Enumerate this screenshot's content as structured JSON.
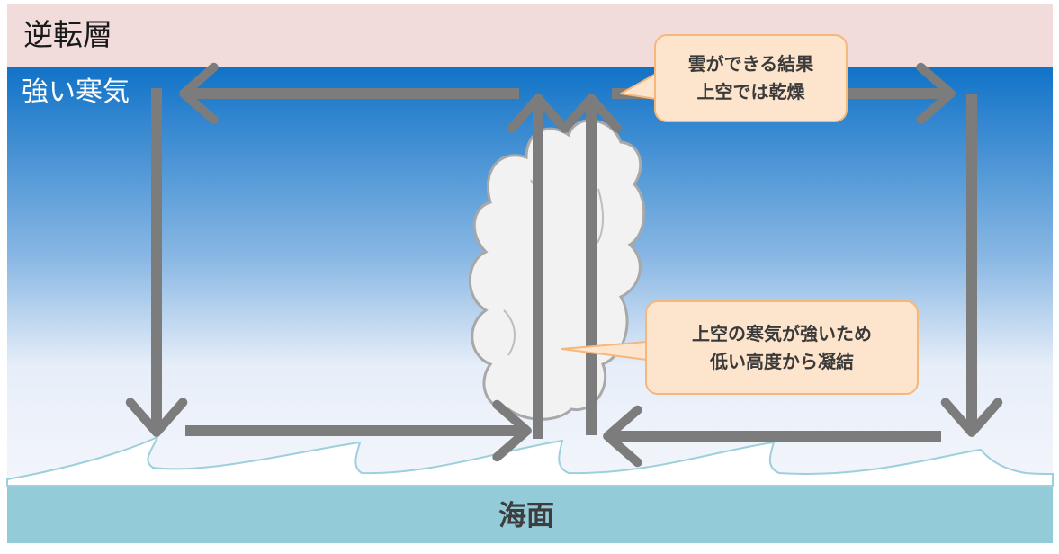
{
  "layers": {
    "inversion_label": "逆転層",
    "cold_air_label": "強い寒気",
    "sea_label": "海面"
  },
  "callouts": {
    "top": {
      "line1": "雲ができる結果",
      "line2": "上空では乾燥"
    },
    "middle": {
      "line1": "上空の寒気が強いため",
      "line2": "低い高度から凝結"
    }
  },
  "colors": {
    "inversion_band": "#f1dcdb",
    "sky_top": "#0f72c7",
    "sky_bottom": "#f4f6fb",
    "sea": "#93cbd9",
    "wave_foam": "#ffffff",
    "arrow": "#7c7c7c",
    "cloud_fill": "#f2f2f2",
    "cloud_stroke": "#a8a8a8",
    "callout_fill": "#fde4cc",
    "callout_border": "#f5b77c"
  },
  "arrows": [
    {
      "name": "arrow-top-left",
      "direction": "left"
    },
    {
      "name": "arrow-top-right",
      "direction": "right"
    },
    {
      "name": "arrow-left-down",
      "direction": "down"
    },
    {
      "name": "arrow-right-down",
      "direction": "down"
    },
    {
      "name": "arrow-bottom-right",
      "direction": "right"
    },
    {
      "name": "arrow-bottom-left",
      "direction": "left"
    },
    {
      "name": "arrow-center-up-left",
      "direction": "up"
    },
    {
      "name": "arrow-center-up-right",
      "direction": "up"
    }
  ]
}
